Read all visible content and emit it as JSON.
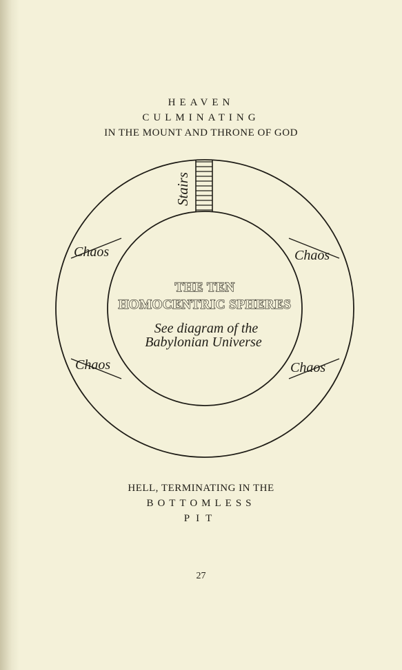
{
  "header": {
    "line1": "HEAVEN",
    "line2": "CULMINATING",
    "line3": "IN THE MOUNT AND THRONE OF GOD"
  },
  "diagram": {
    "stairs_label": "Stairs",
    "chaos_labels": [
      "Chaos",
      "Chaos",
      "Chaos",
      "Chaos"
    ],
    "center_title_line1": "THE TEN",
    "center_title_line2": "HOMOCENTRIC SPHERES",
    "center_subtitle_line1": "See diagram of the",
    "center_subtitle_line2": "Babylonian Universe"
  },
  "footer": {
    "line1": "HELL, TERMINATING IN THE",
    "line2": "BOTTOMLESS",
    "line3": "PIT"
  },
  "page_number": "27",
  "colors": {
    "paper": "#f4f1d9",
    "ink": "#1f1d17"
  }
}
